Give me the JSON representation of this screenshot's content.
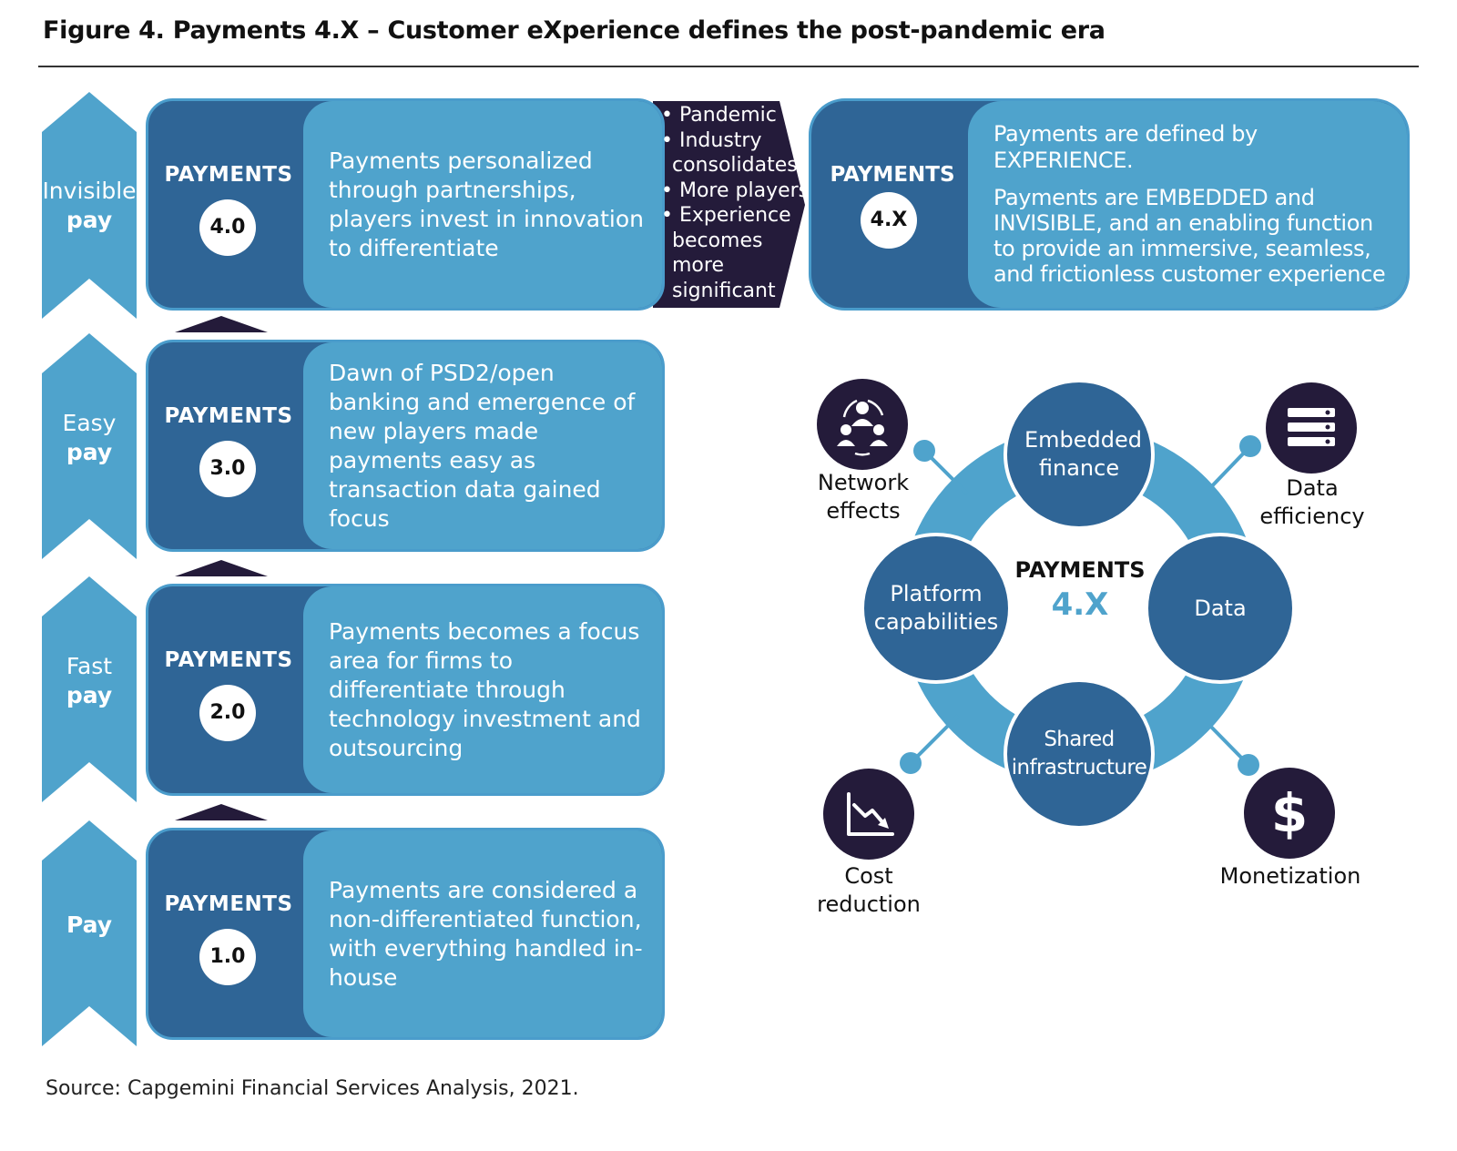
{
  "title": "Figure 4. Payments 4.X – Customer eXperience defines the post-pandemic era",
  "source": "Source: Capgemini Financial Services Analysis, 2021.",
  "stages": [
    {
      "label_line1": "Invisible",
      "label_line2": "pay",
      "payments_label": "PAYMENTS",
      "version": "4.0",
      "description": "Payments personalized through partnerships, players invest in innovation to differentiate"
    },
    {
      "label_line1": "Easy",
      "label_line2": "pay",
      "payments_label": "PAYMENTS",
      "version": "3.0",
      "description": "Dawn of PSD2/open banking and emergence of new players made payments easy as transaction data gained focus"
    },
    {
      "label_line1": "Fast",
      "label_line2": "pay",
      "payments_label": "PAYMENTS",
      "version": "2.0",
      "description": "Payments becomes a focus area for firms to differentiate through technology investment and outsourcing"
    },
    {
      "label_line1": "",
      "label_line2": "Pay",
      "payments_label": "PAYMENTS",
      "version": "1.0",
      "description": "Payments are considered a non-differentiated function, with everything handled in-house"
    }
  ],
  "drivers": [
    "Pandemic",
    "Industry consolidates",
    "More players",
    "Experience becomes more significant"
  ],
  "future": {
    "payments_label": "PAYMENTS",
    "version": "4.X",
    "line1": "Payments are defined by EXPERIENCE.",
    "line2": "Payments are EMBEDDED and INVISIBLE, and an enabling function to provide an immersive, seamless, and frictionless customer experience"
  },
  "hub": {
    "title": "PAYMENTS",
    "version": "4.X",
    "nodes": [
      "Embedded finance",
      "Data",
      "Shared infrastructure",
      "Platform capabilities"
    ]
  },
  "benefits": [
    {
      "label": "Network effects",
      "icon": "network-people-icon"
    },
    {
      "label": "Data efficiency",
      "icon": "server-icon"
    },
    {
      "label": "Cost reduction",
      "icon": "chart-down-icon"
    },
    {
      "label": "Monetization",
      "icon": "dollar-icon"
    }
  ],
  "colors": {
    "dark_blue": "#2f6596",
    "light_blue": "#4fa3cc",
    "ring_blue": "#4a9ccb",
    "navy": "#241b3a"
  }
}
